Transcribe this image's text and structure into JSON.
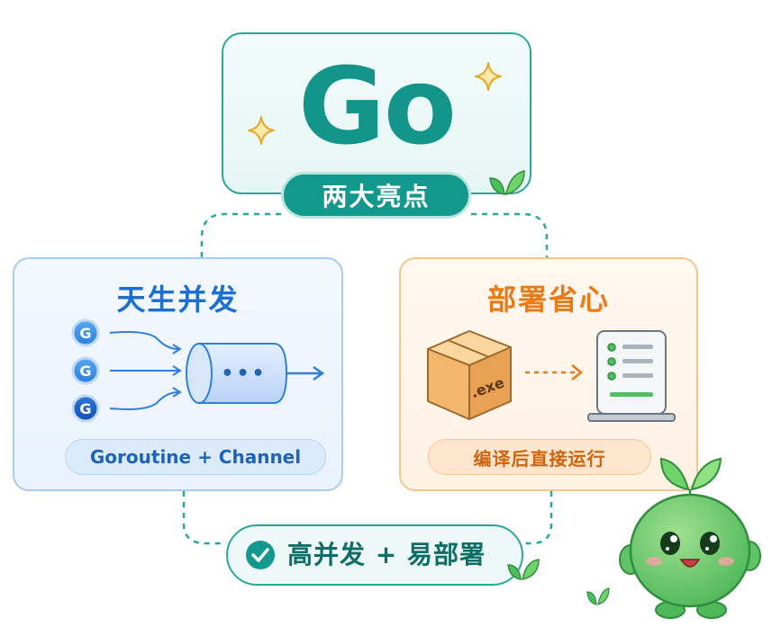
{
  "header": {
    "logo_text": "Go",
    "subtitle": "两大亮点"
  },
  "left_panel": {
    "title": "天生并发",
    "goroutine_badges": [
      "G",
      "G",
      "G"
    ],
    "channel_dots": "•••",
    "tag": "Goroutine + Channel",
    "color": "#1b6ed2"
  },
  "right_panel": {
    "title": "部署省心",
    "package_label": ".exe",
    "tag": "编译后直接运行",
    "color": "#ea7a16"
  },
  "summary": {
    "text": "高并发 + 易部署",
    "icon": "check-circle-icon"
  },
  "accent_color": "#14958b"
}
